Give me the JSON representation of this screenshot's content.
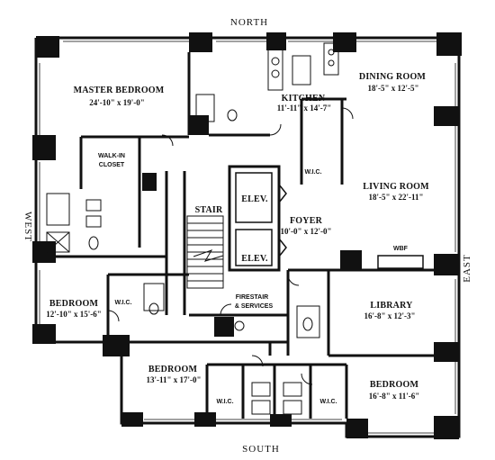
{
  "compass": {
    "north": "NORTH",
    "south": "SOUTH",
    "east": "EAST",
    "west": "WEST"
  },
  "rooms": {
    "master_bedroom": {
      "name": "MASTER BEDROOM",
      "dims": "24'-10\" x 19'-0\""
    },
    "kitchen": {
      "name": "KITCHEN",
      "dims": "11'-11\" x 14'-7\""
    },
    "dining_room": {
      "name": "DINING ROOM",
      "dims": "18'-5\" x 12'-5\""
    },
    "walk_in_closet": {
      "name_line1": "WALK-IN",
      "name_line2": "CLOSET"
    },
    "living_room": {
      "name": "LIVING ROOM",
      "dims": "18'-5\" x 22'-11\""
    },
    "foyer": {
      "name": "FOYER",
      "dims": "10'-0\" x 12'-0\""
    },
    "stair": {
      "name": "STAIR"
    },
    "elevator_1": {
      "name": "ELEV."
    },
    "elevator_2": {
      "name": "ELEV."
    },
    "bedroom_west": {
      "name": "BEDROOM",
      "dims": "12'-10\" x 15'-6\""
    },
    "library": {
      "name": "LIBRARY",
      "dims": "16'-8\" x 12'-3\""
    },
    "bedroom_south": {
      "name": "BEDROOM",
      "dims": "13'-11\" x 17'-0\""
    },
    "bedroom_southeast": {
      "name": "BEDROOM",
      "dims": "16'-8\" x 11'-6\""
    },
    "firestair": {
      "line1": "FIRESTAIR",
      "line2": "& SERVICES"
    },
    "wbf": {
      "name": "WBF"
    },
    "wic_kitchen": {
      "name": "W.I.C."
    },
    "wic_west": {
      "name": "W.I.C."
    },
    "wic_south_left": {
      "name": "W.I.C."
    },
    "wic_south_right": {
      "name": "W.I.C."
    }
  }
}
